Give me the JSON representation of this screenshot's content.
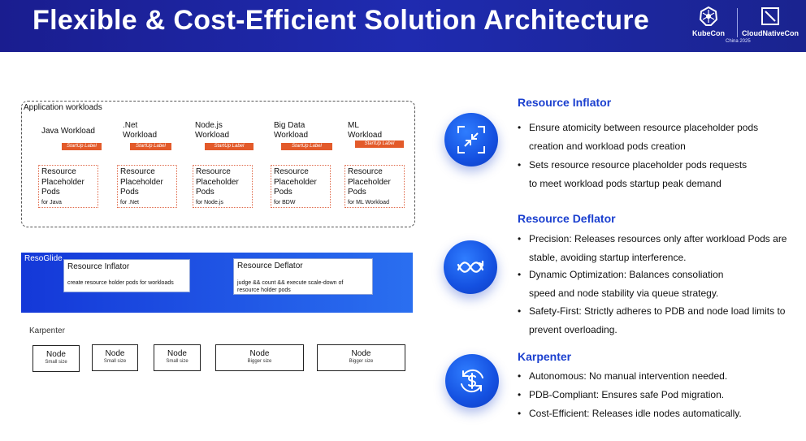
{
  "header": {
    "title": "Flexible & Cost-Efficient Solution Architecture",
    "kubecon": "KubeCon",
    "cloudnativecon": "CloudNativeCon",
    "event": "China 2025"
  },
  "workloads": {
    "label": "Application workloads",
    "startup_label": "StartUp Label",
    "items": [
      {
        "name_l1": "Java Workload",
        "name_l2": "",
        "pod_l1": "Resource",
        "pod_l2": "Placeholder",
        "pod_l3": "Pods",
        "pod_for": "for Java"
      },
      {
        "name_l1": ".Net",
        "name_l2": "Workload",
        "pod_l1": "Resource",
        "pod_l2": "Placeholder",
        "pod_l3": "Pods",
        "pod_for": "for .Net"
      },
      {
        "name_l1": "Node.js",
        "name_l2": "Workload",
        "pod_l1": "Resource",
        "pod_l2": "Placeholder",
        "pod_l3": "Pods",
        "pod_for": "for Node.js"
      },
      {
        "name_l1": "Big Data",
        "name_l2": "Workload",
        "pod_l1": "Resource",
        "pod_l2": "Placeholder",
        "pod_l3": "Pods",
        "pod_for": "for BDW"
      },
      {
        "name_l1": "ML",
        "name_l2": "Workload",
        "pod_l1": "Resource",
        "pod_l2": "Placeholder",
        "pod_l3": "Pods",
        "pod_for": "for ML Workload"
      }
    ]
  },
  "resoglide": {
    "label": "ResoGlide",
    "inflator_title": "Resource Inflator",
    "inflator_desc": "create resource holder pods for workloads",
    "deflator_title": "Resource Deflator",
    "deflator_desc_l1": "judge && count && execute  scale-down of",
    "deflator_desc_l2": "resource holder pods"
  },
  "karpenter": {
    "label": "Karpenter",
    "nodes": [
      {
        "name": "Node",
        "size": "Small size"
      },
      {
        "name": "Node",
        "size": "Small size"
      },
      {
        "name": "Node",
        "size": "Small size"
      },
      {
        "name": "Node",
        "size": "Bigger size"
      },
      {
        "name": "Node",
        "size": "Bigger size"
      }
    ]
  },
  "sections": [
    {
      "title": "Resource Inflator",
      "icon": "compress-arrows-icon",
      "bullets": [
        [
          "Ensure atomicity between resource placeholder pods",
          "creation and workload pods creation"
        ],
        [
          "Sets resource resource placeholder pods requests",
          "to meet workload pods startup peak demand"
        ]
      ]
    },
    {
      "title": "Resource Deflator",
      "icon": "wave-arrows-icon",
      "bullets": [
        [
          "Precision: Releases resources only after workload Pods are",
          "stable, avoiding startup interference."
        ],
        [
          "Dynamic Optimization: Balances consoliation",
          "speed and node stability via queue strategy."
        ],
        [
          "Safety-First: Strictly adheres to PDB and node load limits to",
          "prevent overloading."
        ]
      ]
    },
    {
      "title": "Karpenter",
      "icon": "dollar-cycle-icon",
      "bullets": [
        [
          "Autonomous: No manual intervention needed."
        ],
        [
          "PDB-Compliant: Ensures safe Pod migration."
        ],
        [
          "Cost-Efficient: Releases idle nodes automatically."
        ]
      ]
    }
  ],
  "colors": {
    "header": "#1f2bb0",
    "accent": "#1a3fcf",
    "startup": "#e35a2a",
    "pod_border": "#e06a4a"
  }
}
